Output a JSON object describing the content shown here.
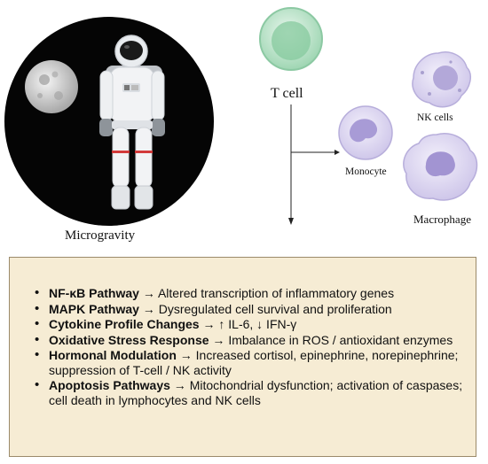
{
  "left_scene": {
    "label": "Microgravity",
    "icons": [
      "moon-icon",
      "astronaut-icon"
    ]
  },
  "cells": {
    "t_cell": "T cell",
    "nk_cells": "NK cells",
    "monocyte": "Monocyte",
    "macrophage": "Macrophage"
  },
  "colors": {
    "panel_bg": "#f6ecd4",
    "panel_border": "#9b8a6a",
    "t_cell": "#a8dcb8",
    "immune_cells": "#d9d3ef"
  },
  "pathways": [
    {
      "title": "NF-κB Pathway",
      "arrow": " → ",
      "desc": "Altered transcription of inflammatory genes"
    },
    {
      "title": "MAPK Pathway",
      "arrow": " → ",
      "desc": "Dysregulated cell survival and proliferation"
    },
    {
      "title": "Cytokine Profile Changes",
      "arrow": " → ",
      "desc": "↑ IL-6, ↓ IFN-γ"
    },
    {
      "title": "Oxidative Stress Response",
      "arrow": " → ",
      "desc": "Imbalance in ROS / antioxidant enzymes"
    },
    {
      "title": "Hormonal Modulation",
      "arrow": " → ",
      "desc": "Increased cortisol, epinephrine, norepinephrine; suppression of T-cell / NK activity"
    },
    {
      "title": "Apoptosis Pathways",
      "arrow": " → ",
      "desc": "Mitochondrial dysfunction; activation of caspases; cell death in lymphocytes and NK cells"
    }
  ]
}
